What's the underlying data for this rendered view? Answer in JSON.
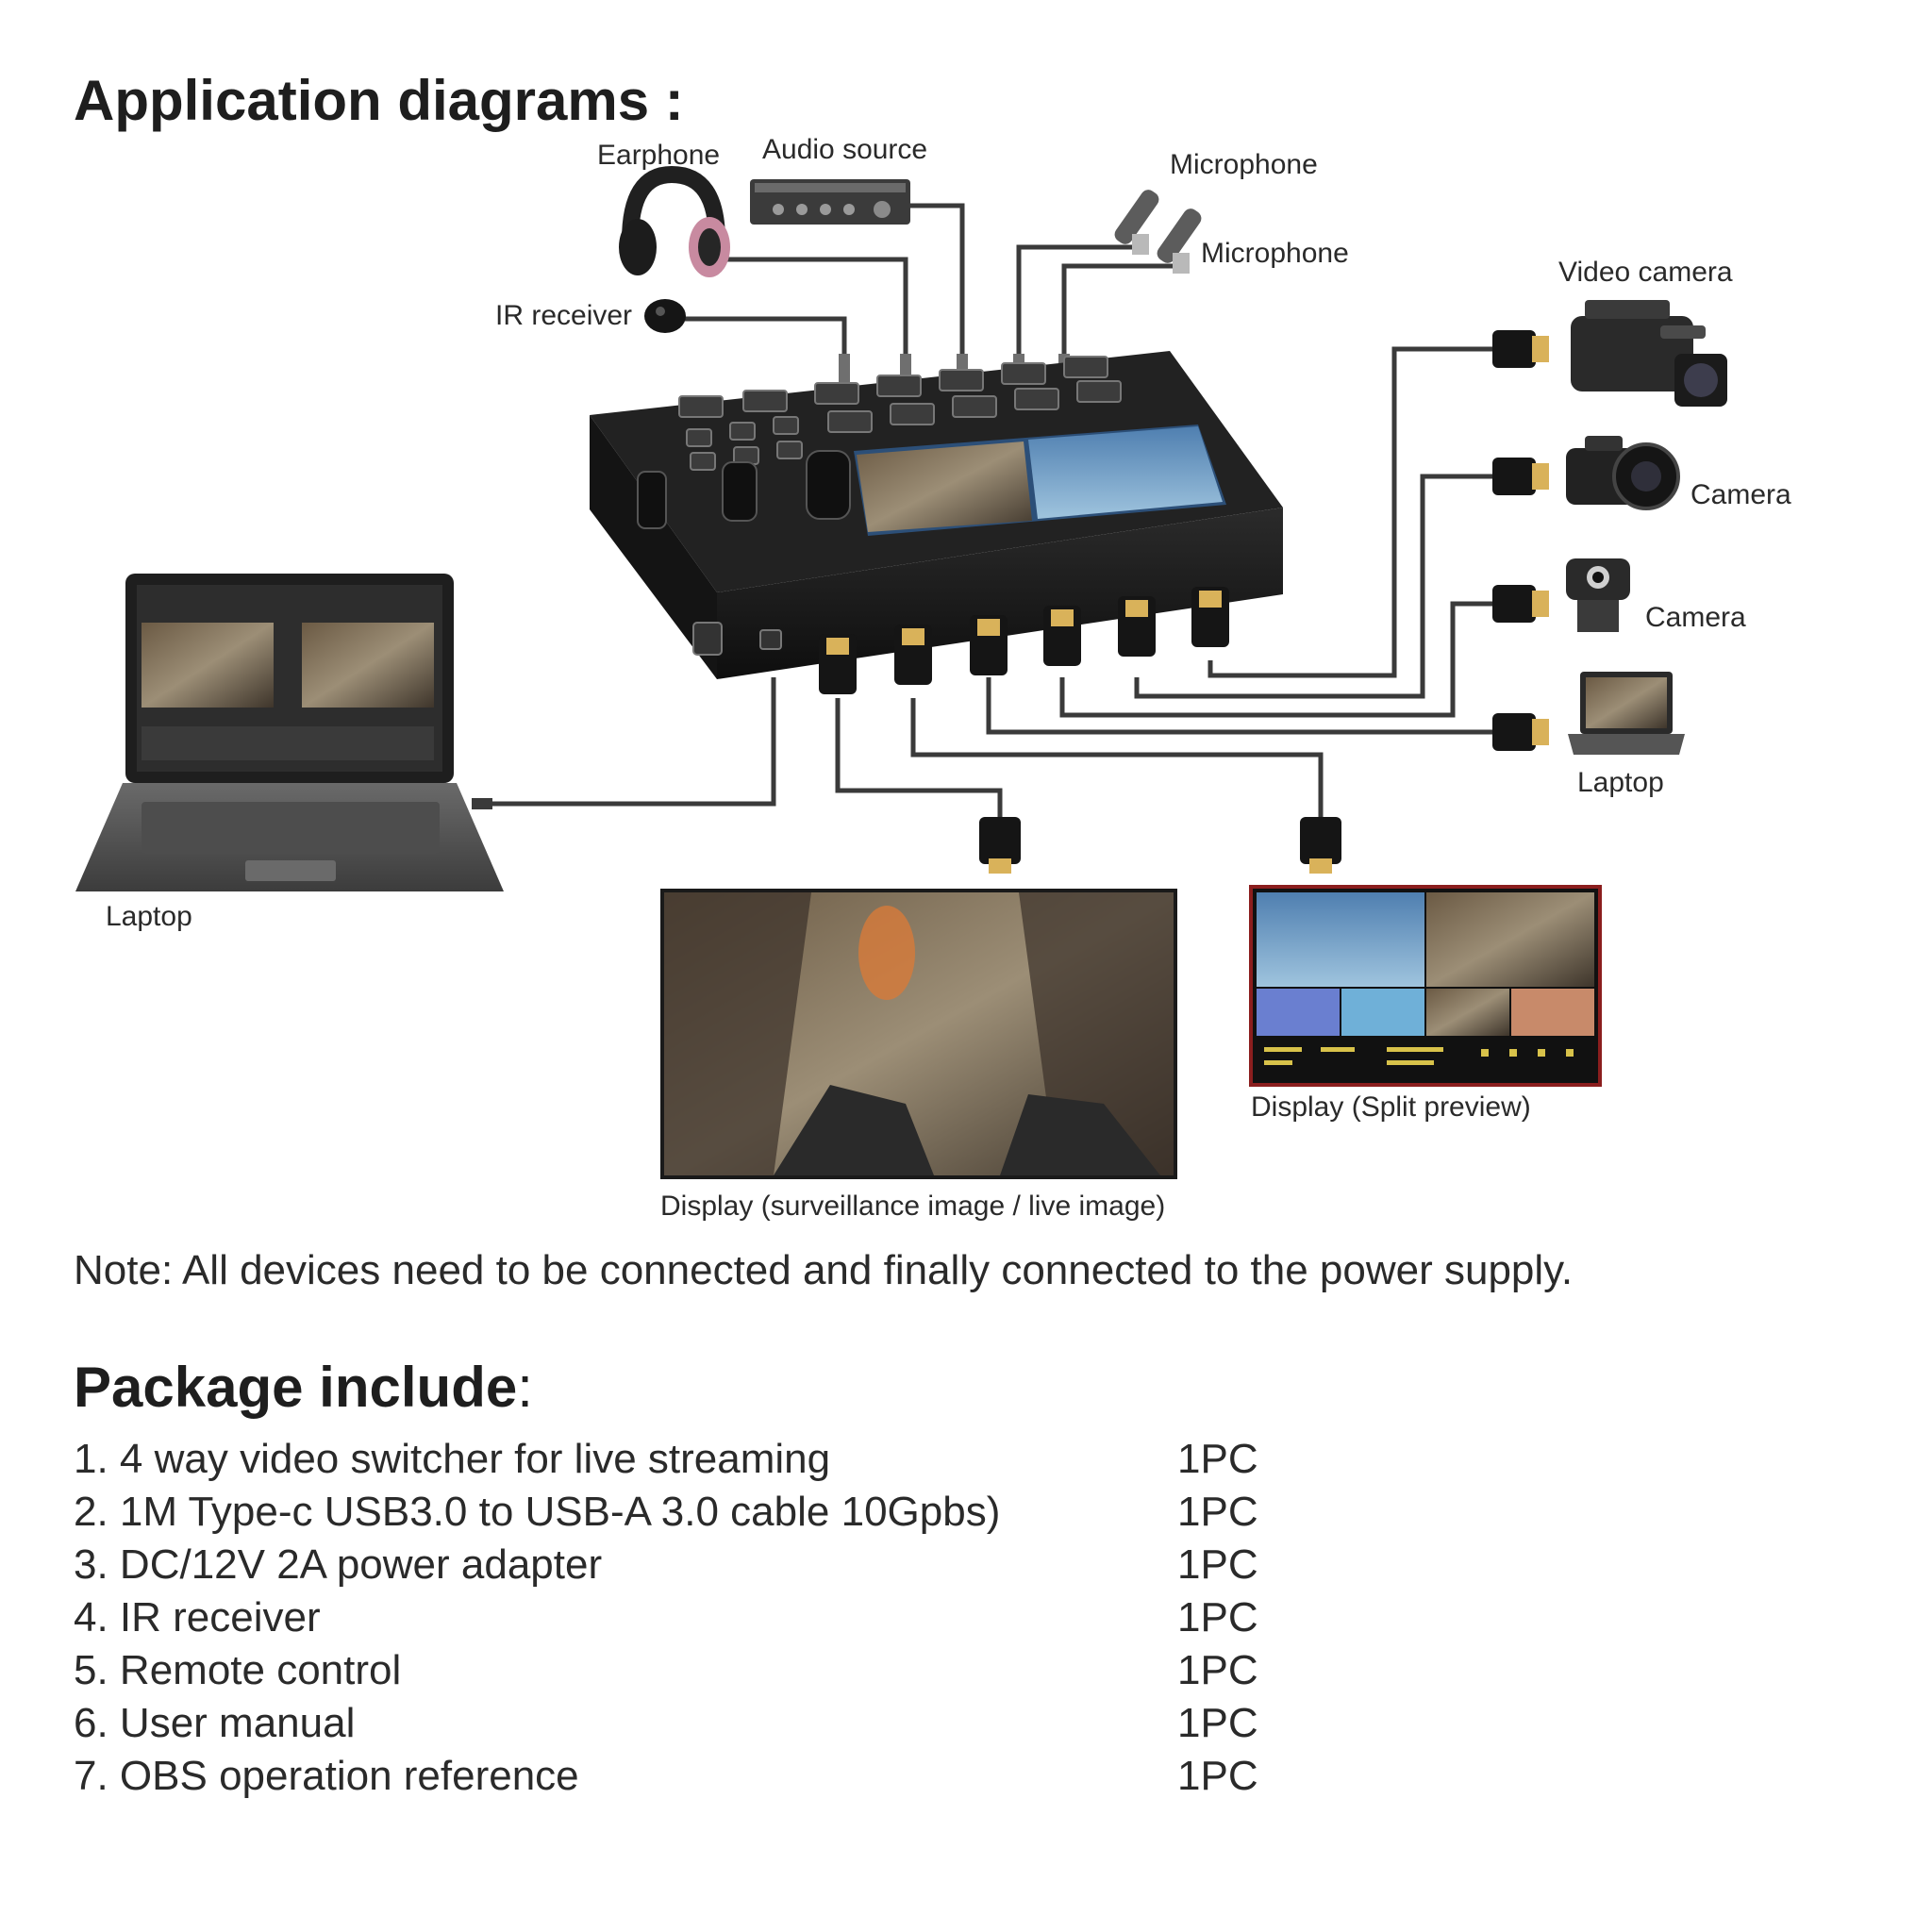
{
  "headings": {
    "application": "Application diagrams :",
    "package": "Package include"
  },
  "labels": {
    "earphone": "Earphone",
    "audio_source": "Audio source",
    "microphone_1": "Microphone",
    "microphone_2": "Microphone",
    "ir_receiver": "IR receiver",
    "video_camera": "Video camera",
    "camera_1": "Camera",
    "camera_2": "Camera",
    "laptop_right": "Laptop",
    "laptop_left": "Laptop",
    "display_live": "Display (surveillance image / live image)",
    "display_split": "Display (Split preview)"
  },
  "note": "Note: All devices need to be connected and finally connected to the power supply.",
  "package": {
    "items": [
      {
        "text": "1. 4 way video switcher for live streaming",
        "qty": "1PC"
      },
      {
        "text": "2. 1M Type-c USB3.0 to USB-A 3.0 cable 10Gpbs)",
        "qty": "1PC"
      },
      {
        "text": "3. DC/12V 2A power adapter",
        "qty": "1PC"
      },
      {
        "text": "4. IR receiver",
        "qty": "1PC"
      },
      {
        "text": "5. Remote control",
        "qty": "1PC"
      },
      {
        "text": "6. User manual",
        "qty": "1PC"
      },
      {
        "text": "7. OBS operation reference",
        "qty": "1PC"
      }
    ]
  },
  "colors": {
    "cable": "#3a3a3a",
    "device_body": "#1b1b1b",
    "hdmi_tip": "#d9b25a",
    "text": "#2a2a2a"
  }
}
